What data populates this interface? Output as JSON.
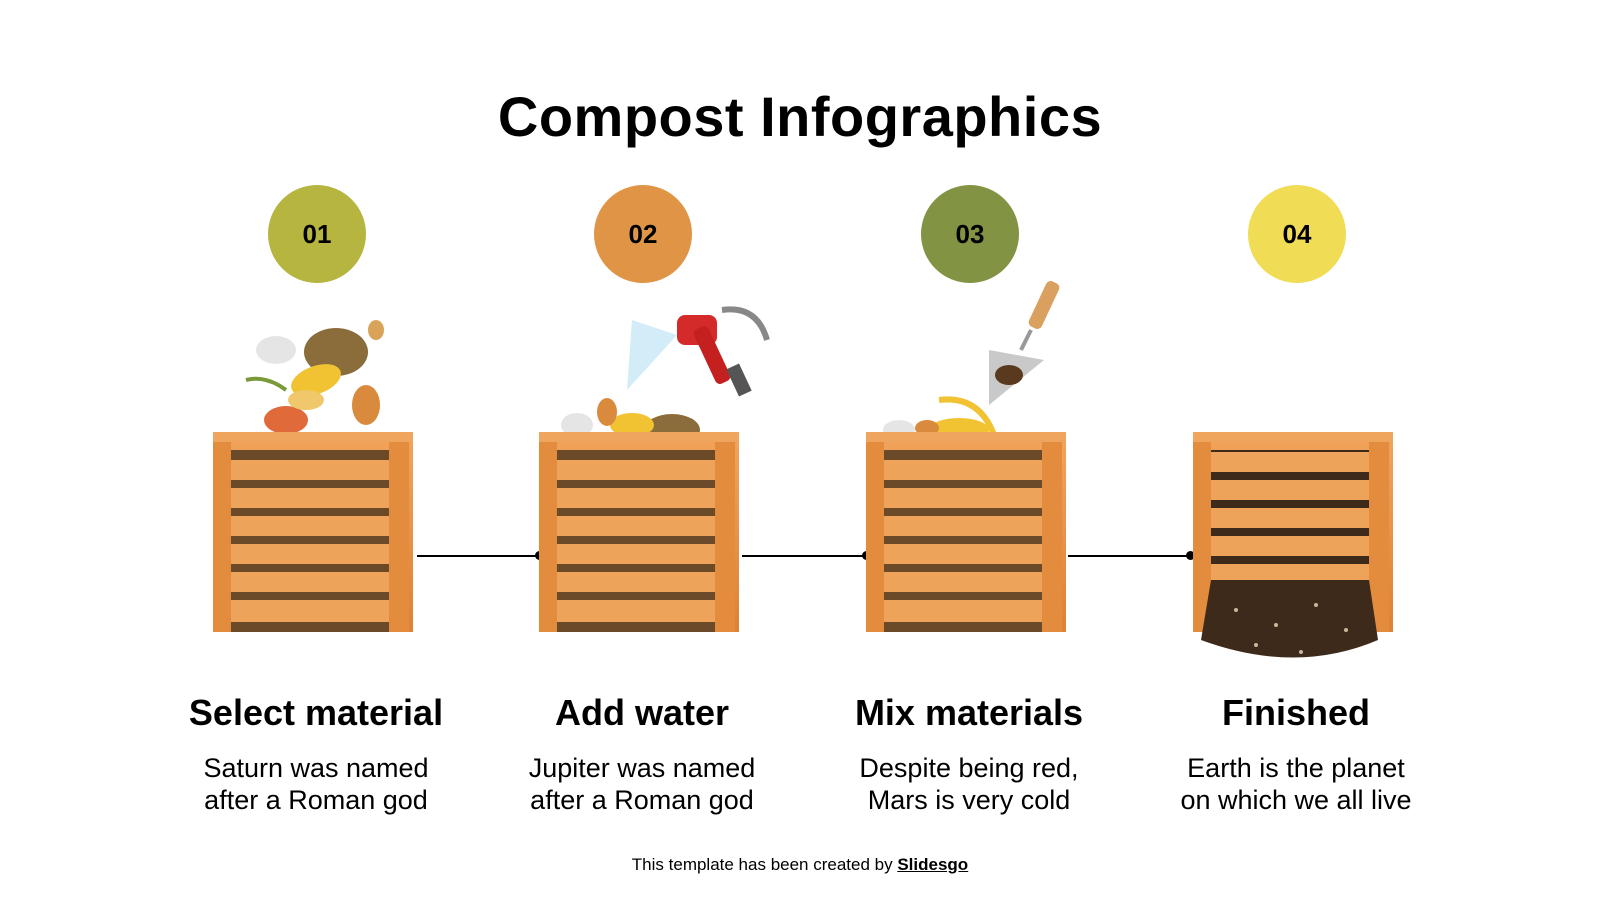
{
  "title": "Compost Infographics",
  "steps": [
    {
      "number": "01",
      "color": "#b5b53f",
      "title": "Select material",
      "desc_line1": "Saturn was named",
      "desc_line2": "after a Roman god",
      "illustration": "crate-with-food-scraps"
    },
    {
      "number": "02",
      "color": "#e09445",
      "title": "Add water",
      "desc_line1": "Jupiter was named",
      "desc_line2": "after a Roman god",
      "illustration": "crate-with-hose-spray"
    },
    {
      "number": "03",
      "color": "#829344",
      "title": "Mix materials",
      "desc_line1": "Despite being red,",
      "desc_line2": "Mars is very cold",
      "illustration": "crate-with-trowel"
    },
    {
      "number": "04",
      "color": "#f0dc55",
      "title": "Finished",
      "desc_line1": "Earth is the planet",
      "desc_line2": "on which we all live",
      "illustration": "crate-with-finished-soil"
    }
  ],
  "footer": {
    "text": "This template has been created by ",
    "link": "Slidesgo"
  }
}
